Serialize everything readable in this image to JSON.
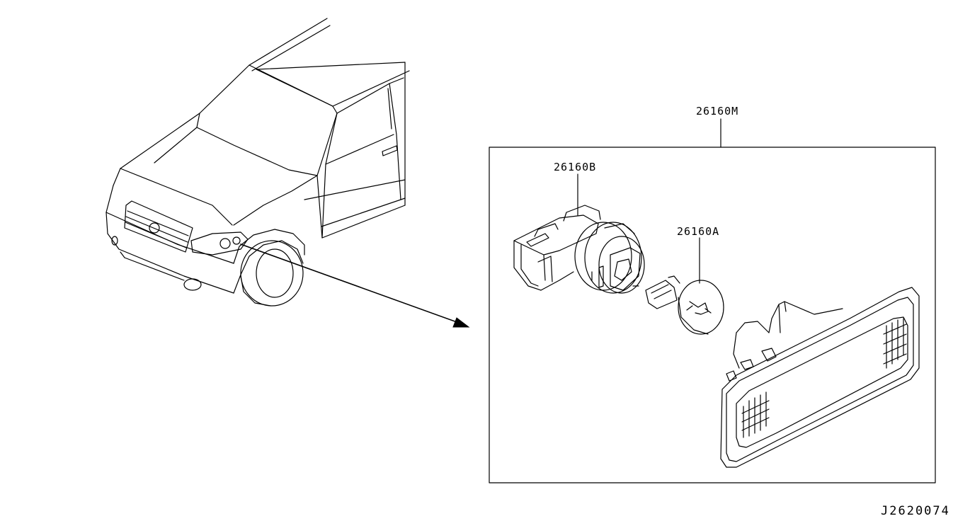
{
  "diagram": {
    "assembly_label": "26160M",
    "parts": [
      {
        "id": "socket",
        "label": "26160B"
      },
      {
        "id": "bulb",
        "label": "26160A"
      }
    ],
    "drawing_code": "J2620074"
  }
}
